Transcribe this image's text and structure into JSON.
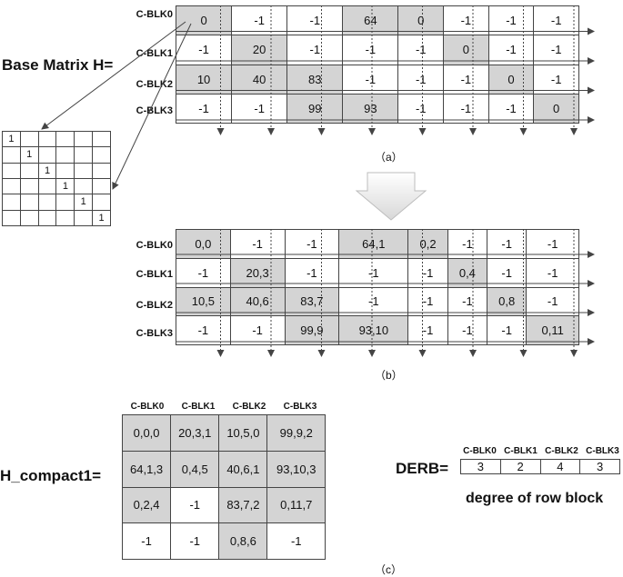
{
  "top": {
    "label": "Base Matrix H=",
    "row_labels": [
      "C-BLK0",
      "C-BLK1",
      "C-BLK2",
      "C-BLK3"
    ],
    "cells": [
      [
        "0",
        "-1",
        "-1",
        "64",
        "0",
        "-1",
        "-1",
        "-1"
      ],
      [
        "-1",
        "20",
        "-1",
        "-1",
        "-1",
        "0",
        "-1",
        "-1"
      ],
      [
        "10",
        "40",
        "83",
        "-1",
        "-1",
        "-1",
        "0",
        "-1"
      ],
      [
        "-1",
        "-1",
        "99",
        "93",
        "-1",
        "-1",
        "-1",
        "0"
      ]
    ],
    "shaded": [
      [
        0,
        3,
        4
      ],
      [
        1,
        5
      ],
      [
        0,
        1,
        2,
        6
      ],
      [
        2,
        3,
        7
      ]
    ],
    "caption": "（a）"
  },
  "identity": {
    "cells": [
      [
        "1",
        "",
        "",
        "",
        "",
        ""
      ],
      [
        "",
        "1",
        "",
        "",
        "",
        ""
      ],
      [
        "",
        "",
        "1",
        "",
        "",
        ""
      ],
      [
        "",
        "",
        "",
        "1",
        "",
        ""
      ],
      [
        "",
        "",
        "",
        "",
        "1",
        ""
      ],
      [
        "",
        "",
        "",
        "",
        "",
        "1"
      ]
    ]
  },
  "middle": {
    "row_labels": [
      "C-BLK0",
      "C-BLK1",
      "C-BLK2",
      "C-BLK3"
    ],
    "cells": [
      [
        "0,0",
        "-1",
        "-1",
        "64,1",
        "0,2",
        "-1",
        "-1",
        "-1"
      ],
      [
        "-1",
        "20,3",
        "-1",
        "-1",
        "-1",
        "0,4",
        "-1",
        "-1"
      ],
      [
        "10,5",
        "40,6",
        "83,7",
        "-1",
        "-1",
        "-1",
        "0,8",
        "-1"
      ],
      [
        "-1",
        "-1",
        "99,9",
        "93,10",
        "-1",
        "-1",
        "-1",
        "0,11"
      ]
    ],
    "shaded": [
      [
        0,
        3,
        4
      ],
      [
        1,
        5
      ],
      [
        0,
        1,
        2,
        6
      ],
      [
        2,
        3,
        7
      ]
    ],
    "caption": "（b）"
  },
  "compact": {
    "label": "H_compact1=",
    "col_labels": [
      "C-BLK0",
      "C-BLK1",
      "C-BLK2",
      "C-BLK3"
    ],
    "cells": [
      [
        "0,0,0",
        "20,3,1",
        "10,5,0",
        "99,9,2"
      ],
      [
        "64,1,3",
        "0,4,5",
        "40,6,1",
        "93,10,3"
      ],
      [
        "0,2,4",
        "-1",
        "83,7,2",
        "0,11,7"
      ],
      [
        "-1",
        "-1",
        "0,8,6",
        "-1"
      ]
    ],
    "shaded": [
      [
        0,
        1,
        2,
        3
      ],
      [
        0,
        1,
        2,
        3
      ],
      [
        0,
        2,
        3
      ],
      [
        2
      ]
    ]
  },
  "derb": {
    "label": "DERB=",
    "col_labels": [
      "C-BLK0",
      "C-BLK1",
      "C-BLK2",
      "C-BLK3"
    ],
    "values": [
      "3",
      "2",
      "4",
      "3"
    ],
    "description": "degree of row block"
  },
  "caption_c": "（c）"
}
